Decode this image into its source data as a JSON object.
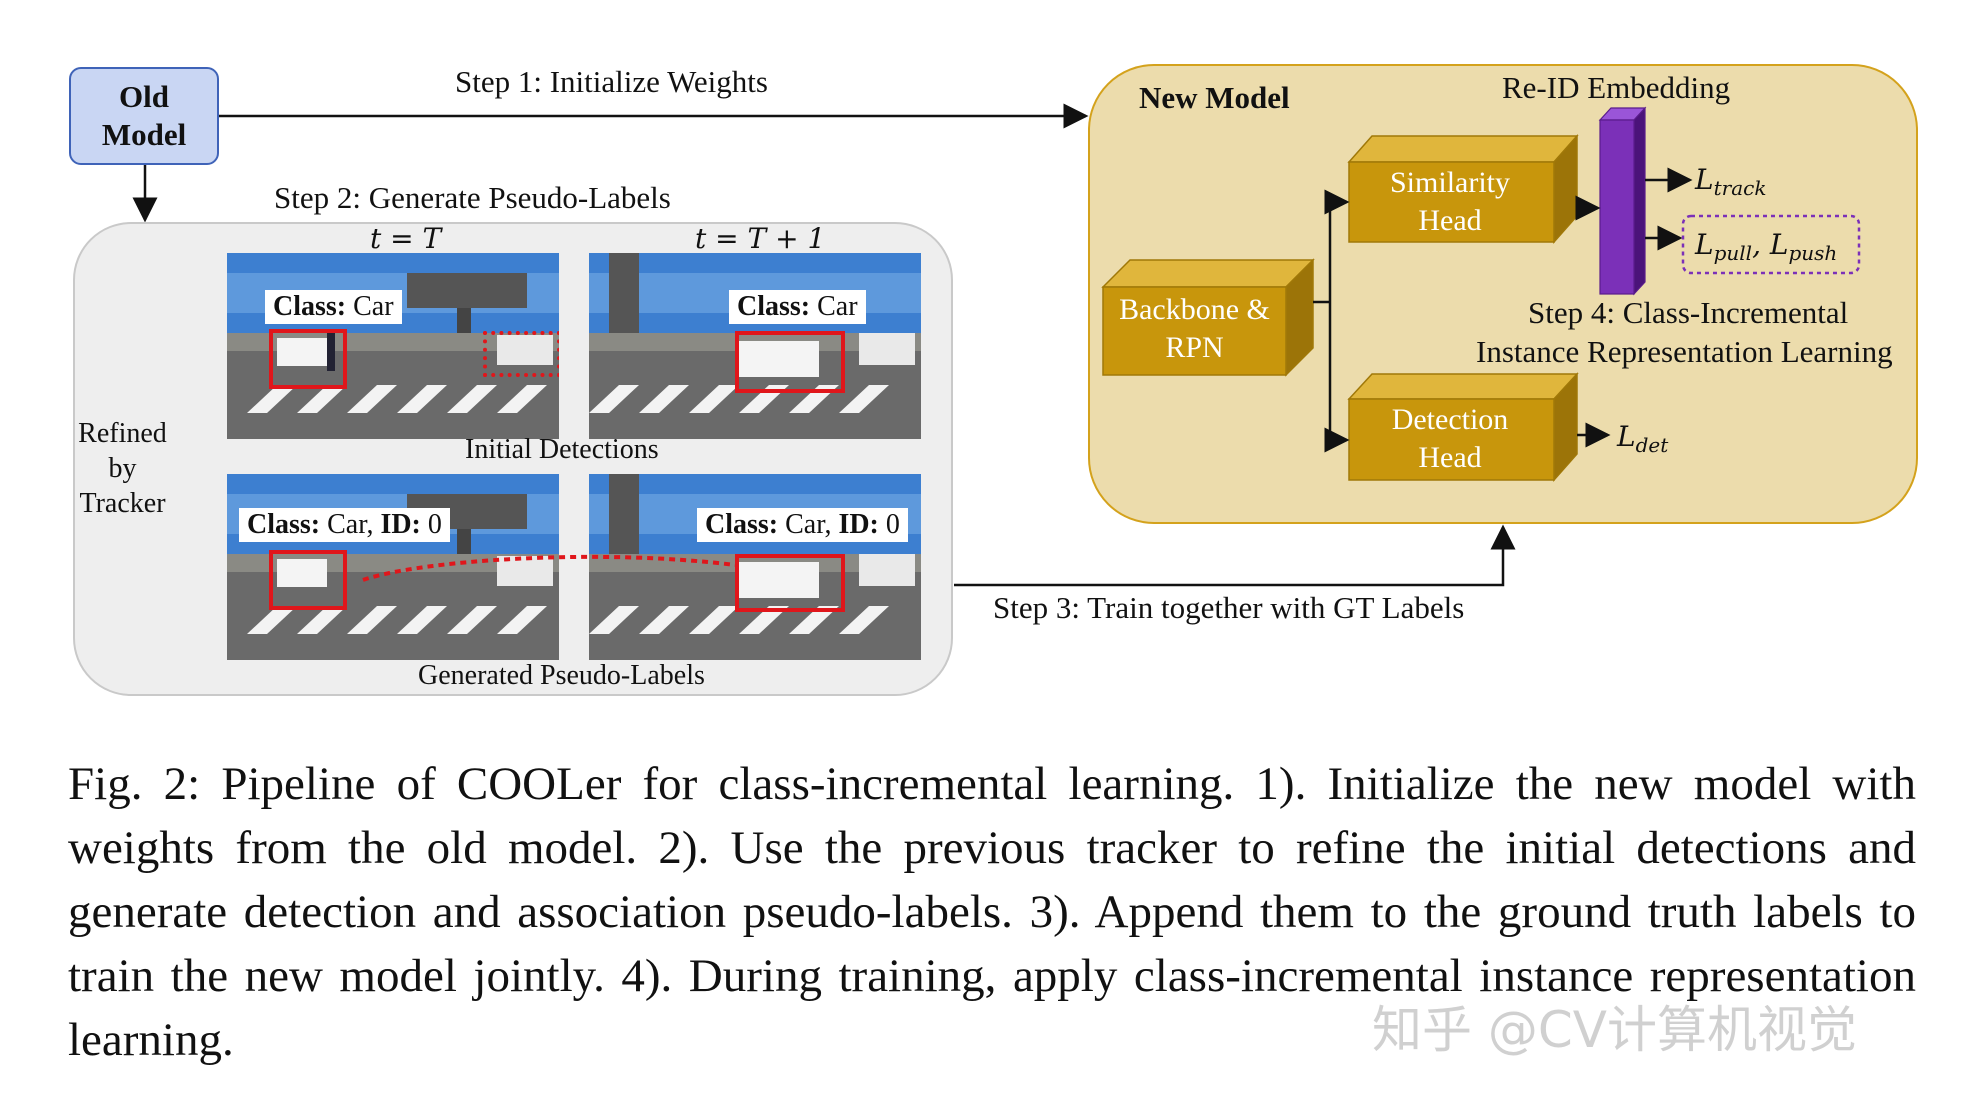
{
  "figure": {
    "old_model": "Old Model",
    "step1": "Step 1: Initialize Weights",
    "step2": "Step 2: Generate Pseudo-Labels",
    "step3": "Step 3: Train together with GT Labels",
    "step4_line1": "Step 4: Class-Incremental",
    "step4_line2": "Instance Representation Learning",
    "time_t": "t = T",
    "time_t1": "t = T + 1",
    "refined": "Refined by Tracker",
    "initial_detections": "Initial Detections",
    "generated_labels": "Generated Pseudo-Labels",
    "class_key": "Class:",
    "class_value": "Car",
    "id_key": "ID:",
    "id_value": "0",
    "new_model": "New Model",
    "reid": "Re-ID Embedding",
    "backbone": "Backbone & RPN",
    "similarity": "Similarity Head",
    "detection": "Detection Head",
    "loss_track_base": "L",
    "loss_track_sub": "track",
    "loss_pull_sub": "pull",
    "loss_push_sub": "push",
    "loss_det_sub": "det",
    "colors": {
      "old_model_fill": "#c9d6f3",
      "new_model_fill": "#ecdcac",
      "block_fill": "#c8960c",
      "embedding": "#7b30b8",
      "box_red": "#e0161b"
    }
  },
  "caption": "Fig. 2: Pipeline of COOLer for class-incremental learning. 1). Initialize the new model with weights from the old model. 2). Use the previous tracker to refine the initial detections and generate detection and association pseudo-labels. 3). Append them to the ground truth labels to train the new model jointly. 4). During training, apply class-incremental instance representation learning.",
  "watermark": "知乎 @CV计算机视觉"
}
